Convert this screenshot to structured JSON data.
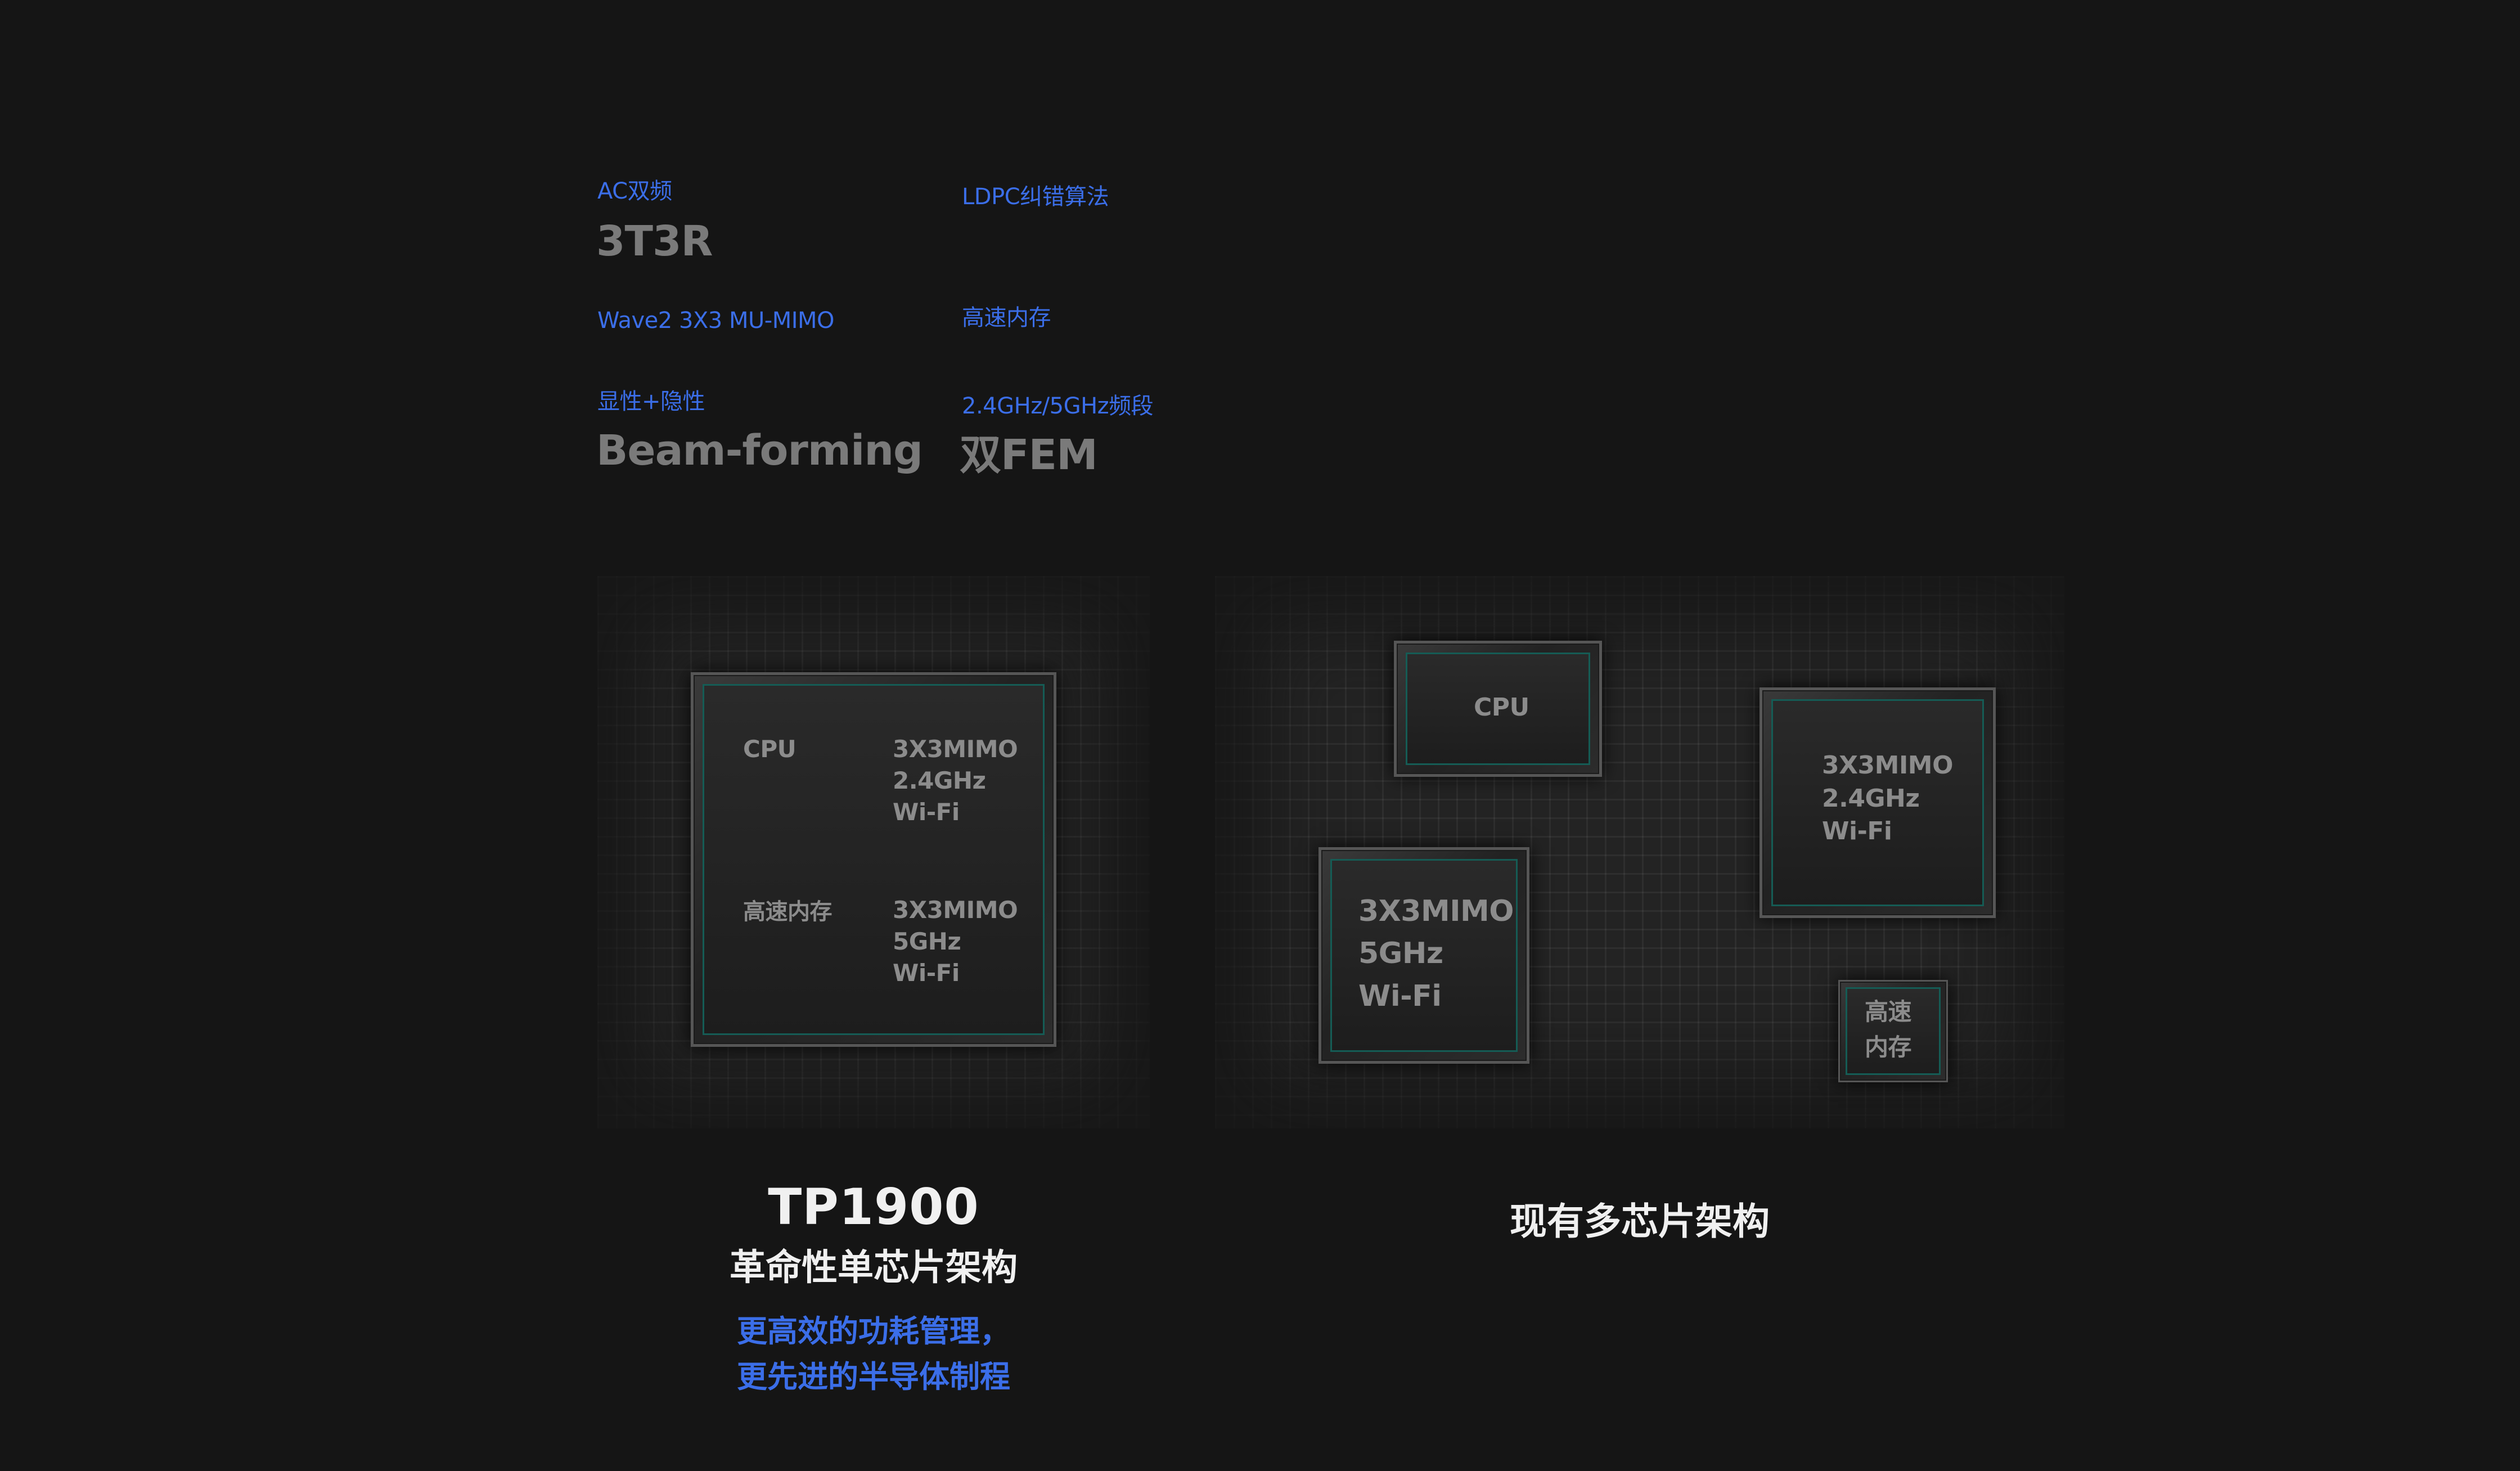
{
  "features": [
    {
      "sub": "AC双频",
      "main": "3T3R"
    },
    {
      "sub": "LDPC纠错算法",
      "main": ""
    },
    {
      "sub": "Wave2 3X3 MU-MIMO",
      "main": ""
    },
    {
      "sub": "高速内存",
      "main": ""
    },
    {
      "sub": "显性+隐性",
      "main": "Beam-forming"
    },
    {
      "sub": "2.4GHz/5GHz频段",
      "main": "双FEM"
    }
  ],
  "single_chip": {
    "cpu": "CPU",
    "mem": "高速内存",
    "mimo24": [
      "3X3MIMO",
      "2.4GHz",
      "Wi-Fi"
    ],
    "mimo5": [
      "3X3MIMO",
      "5GHz",
      "Wi-Fi"
    ]
  },
  "multi_chip": {
    "cpu": "CPU",
    "mimo24": [
      "3X3MIMO",
      "2.4GHz",
      "Wi-Fi"
    ],
    "mimo5": [
      "3X3MIMO",
      "5GHz",
      "Wi-Fi"
    ],
    "mem": [
      "高速",
      "内存"
    ]
  },
  "left_caption": {
    "model": "TP1900",
    "subtitle": "革命性单芯片架构",
    "desc": [
      "更高效的功耗管理，",
      "更先进的半导体制程"
    ]
  },
  "right_caption": {
    "title": "现有多芯片架构"
  }
}
